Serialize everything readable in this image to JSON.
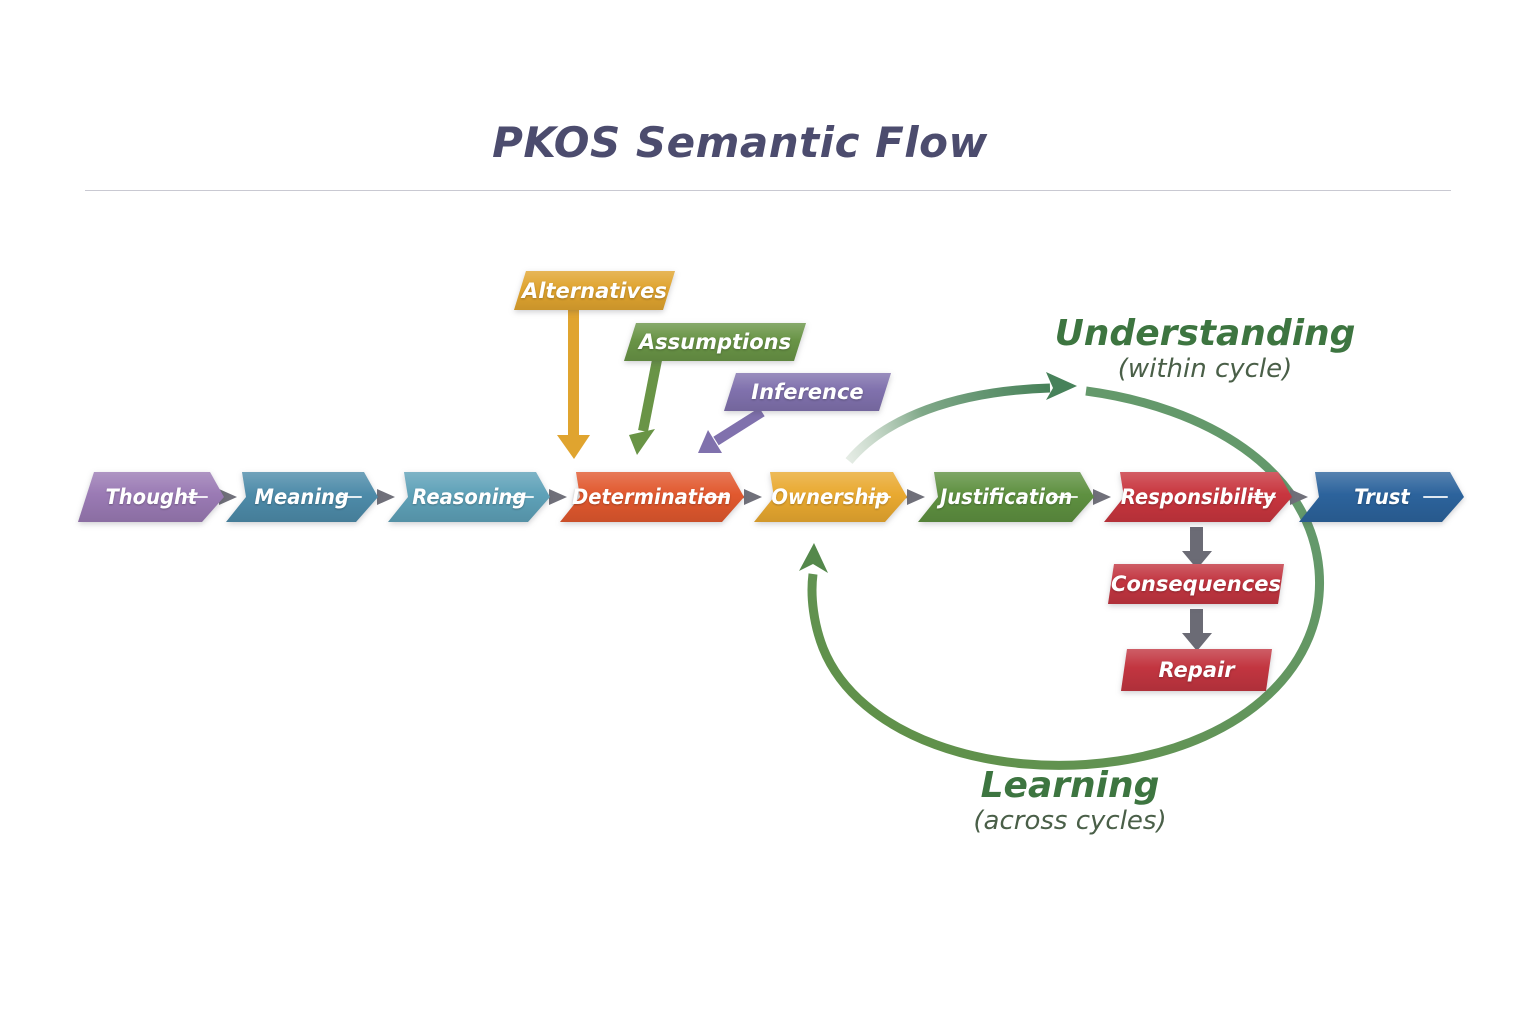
{
  "title": "PKOS Semantic Flow",
  "flow_steps": [
    {
      "label": "Thought",
      "color": "#9a7ab4"
    },
    {
      "label": "Meaning",
      "color": "#4d8ba9"
    },
    {
      "label": "Reasoning",
      "color": "#5ea1b8"
    },
    {
      "label": "Determination",
      "color": "#e1582e"
    },
    {
      "label": "Ownership",
      "color": "#e9a930"
    },
    {
      "label": "Justification",
      "color": "#5e9040"
    },
    {
      "label": "Responsibility",
      "color": "#c8353e"
    },
    {
      "label": "Trust",
      "color": "#2c639c"
    }
  ],
  "inputs": [
    {
      "label": "Alternatives",
      "color": "#e0a42f"
    },
    {
      "label": "Assumptions",
      "color": "#699446"
    },
    {
      "label": "Inference",
      "color": "#8071ad"
    }
  ],
  "feedback_chain": [
    {
      "label": "Consequences",
      "color": "#c23540"
    },
    {
      "label": "Repair",
      "color": "#c23540"
    }
  ],
  "cycle_labels": {
    "understanding": {
      "label": "Understanding",
      "sublabel": "(within cycle)"
    },
    "learning": {
      "label": "Learning",
      "sublabel": "(across cycles)"
    }
  },
  "colors": {
    "title": "#4c4c6e",
    "divider": "#c9c9d2",
    "connector": "#70707a",
    "label_green": "#3d7540",
    "sublabel_green": "#4a5f48",
    "arc_green": "#5f9456",
    "arc_green_dark": "#47825a"
  }
}
